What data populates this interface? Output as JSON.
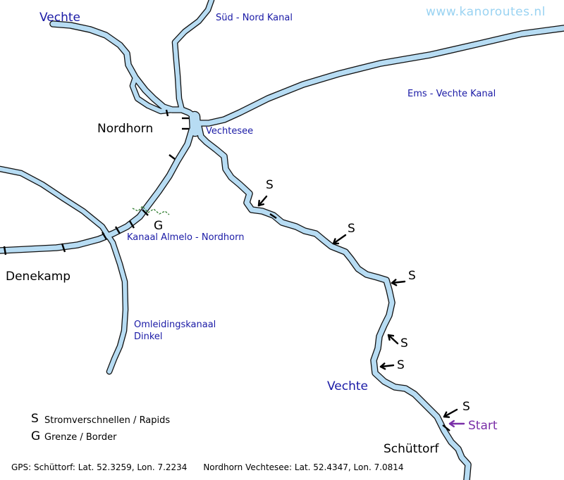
{
  "brand": "www.kanoroutes.nl",
  "colors": {
    "water_fill": "#b7dcf3",
    "water_edge": "#111111",
    "label_blue": "#1a1aa6",
    "start_purple": "#7a2fa8",
    "brand_color": "#9ad3f2",
    "border_dash": "#2f7d2f"
  },
  "labels": {
    "vechte_top": "Vechte",
    "sud_nord": "Süd - Nord Kanal",
    "ems_vechte": "Ems - Vechte Kanal",
    "nordhorn": "Nordhorn",
    "vechtesee": "Vechtesee",
    "almelo": "Kanaal Almelo - Nordhorn",
    "denekamp": "Denekamp",
    "omleiding_1": "Omleidingskanaal",
    "omleiding_2": "Dinkel",
    "vechte_mid": "Vechte",
    "schuttorf": "Schüttorf",
    "start": "Start",
    "border_mark": "G"
  },
  "rapids": {
    "symbol": "S",
    "count": 6
  },
  "legend": {
    "items": [
      {
        "symbol": "S",
        "text": "Stromverschnellen / Rapids"
      },
      {
        "symbol": "G",
        "text": "Grenze / Border"
      }
    ]
  },
  "gps": "GPS: Schüttorf: Lat. 52.3259, Lon. 7.2234      Nordhorn Vechtesee: Lat. 52.4347, Lon. 7.0814"
}
